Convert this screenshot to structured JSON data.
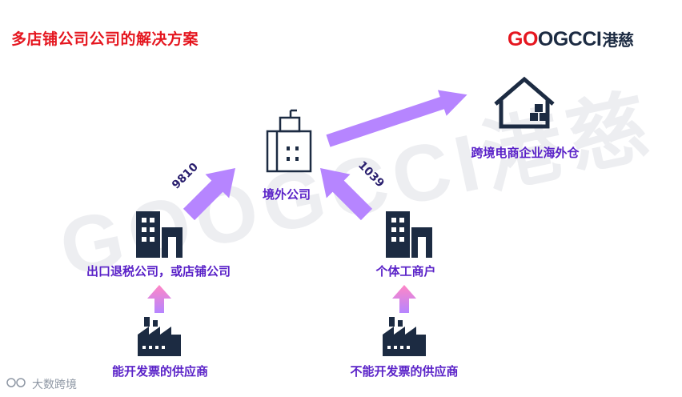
{
  "header": {
    "title": "多店铺公司公司的解决方案",
    "brand_go": "GO",
    "brand_rest": "OGCCI",
    "brand_cn": "港慈"
  },
  "watermark": "GOOGCCI港慈",
  "corner_logo": "大数跨境",
  "nodes": {
    "warehouse": "跨境电商企业海外仓",
    "overseas_company": "境外公司",
    "export_company": "出口退税公司，或店铺公司",
    "individual": "个体工商户",
    "supplier_invoice": "能开发票的供应商",
    "supplier_no_invoice": "不能开发票的供应商"
  },
  "edges": {
    "left_code": "9810",
    "right_code": "1039"
  },
  "colors": {
    "title": "#e5161f",
    "label": "#5a22c8",
    "icon": "#1c2b42",
    "arrow_start": "#ff86c5",
    "arrow_end": "#b685ff"
  }
}
